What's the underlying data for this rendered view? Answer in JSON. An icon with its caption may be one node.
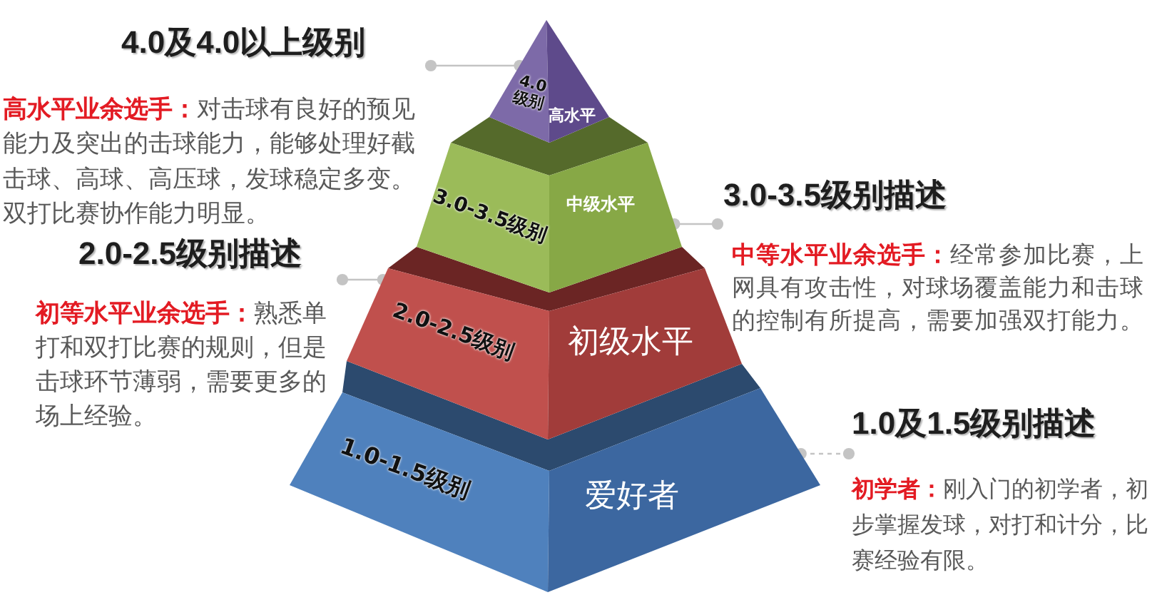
{
  "diagram": {
    "nodes": [
      {
        "text": [
          "4.0及4.0以上级别",
          "**高水平业余选手：**对击球有良好的预见能力及突出的击球能力，能够处理好截击球、高球、高压球，发球稳定多变。双打比赛协作能力明显。"
        ]
      },
      {
        "text": [
          "4.0级别",
          "高水平"
        ]
      },
      {
        "text": [
          "3.0-3.5级别",
          "中级水平"
        ]
      },
      {
        "text": [
          "3.0-3.5级别描述",
          "**中等水平业余选手：**经常参加比赛，上网具有攻击性，对球场覆盖能力和击球的控制有所提高，需要加强双打能力。"
        ]
      },
      {
        "text": [
          "2.0-2.5级别描述",
          "**初等水平业余选手：**熟悉单打和双打比赛的规则，但是击球环节薄弱，需要更多的场上经验。"
        ]
      },
      {
        "text": [
          "2.0-2.5级别",
          "初级水平"
        ]
      },
      {
        "text": [
          "1.0-1.5级别",
          "爱好者"
        ]
      },
      {
        "text": [
          "1.0及1.5级别描述",
          "**初学者：**刚入门的初学者，初步掌握发球，对打和计分，比赛经验有限。"
        ]
      }
    ],
    "edges": [
      {
        "from": 0,
        "to": 1,
        "arrow": "other"
      },
      {
        "from": 3,
        "to": 2,
        "arrow": "other"
      },
      {
        "from": 4,
        "to": 5,
        "arrow": "other"
      },
      {
        "from": 7,
        "to": 6,
        "arrow": "other",
        "style": "dashed"
      }
    ]
  }
}
